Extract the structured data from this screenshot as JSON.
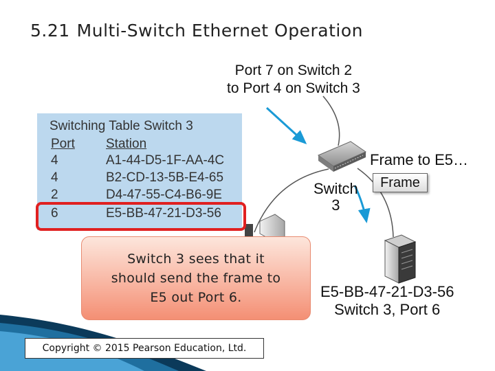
{
  "slide": {
    "number": "5.21",
    "title": "Multi-Switch Ethernet Operation"
  },
  "callouts": {
    "port_link_line1": "Port 7 on Switch 2",
    "port_link_line2": "to Port 4 on Switch 3",
    "frame_to": "Frame to E5…",
    "frame_label": "Frame",
    "switch_line1": "Switch",
    "switch_line2": "3",
    "station_mac": "E5-BB-47-21-D3-56",
    "station_location": "Switch 3, Port 6"
  },
  "switching_table": {
    "title": "Switching Table Switch 3",
    "headers": {
      "port": "Port",
      "station": "Station"
    },
    "rows": [
      {
        "port": "4",
        "station": "A1-44-D5-1F-AA-4C"
      },
      {
        "port": "4",
        "station": "B2-CD-13-5B-E4-65"
      },
      {
        "port": "2",
        "station": "D4-47-55-C4-B6-9E"
      },
      {
        "port": "6",
        "station": "E5-BB-47-21-D3-56",
        "highlighted": true
      }
    ]
  },
  "explanation": {
    "line1": "Switch 3 sees that it",
    "line2": "should send the frame to",
    "line3": "E5 out Port 6."
  },
  "copyright": "Copyright © 2015 Pearson Education, Ltd.",
  "colors": {
    "table_bg": "#bcd8ee",
    "highlight_border": "#e02020",
    "arrow": "#1a9ad6",
    "bubble_top": "#fde6dc",
    "bubble_bottom": "#f48f74"
  },
  "icons": [
    "switch-icon",
    "server-icon",
    "arrow-icon"
  ]
}
